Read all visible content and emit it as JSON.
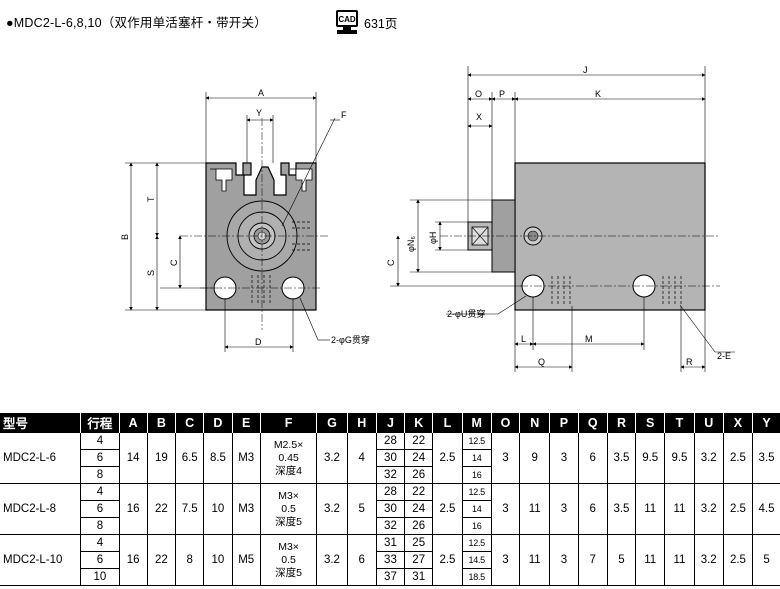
{
  "title": "●MDC2-L-6,8,10（双作用单活塞杆・带开关）",
  "cad": {
    "badge_text": "CAD",
    "page_ref": "631页"
  },
  "drawing": {
    "labels": {
      "A": "A",
      "Y": "Y",
      "F": "F",
      "B": "B",
      "T": "T",
      "S": "S",
      "C": "C",
      "D": "D",
      "G_note": "2-φG贯穿",
      "J": "J",
      "O": "O",
      "P": "P",
      "K": "K",
      "X": "X",
      "N": "φN₆",
      "H": "φH",
      "C2": "C",
      "U_note": "2-φU贯穿",
      "L": "L",
      "M": "M",
      "Q": "Q",
      "R": "R",
      "E_note": "2-E"
    }
  },
  "table": {
    "headers": [
      "型号",
      "行程",
      "A",
      "B",
      "C",
      "D",
      "E",
      "F",
      "G",
      "H",
      "J",
      "K",
      "L",
      "M",
      "O",
      "N",
      "P",
      "Q",
      "R",
      "S",
      "T",
      "U",
      "X",
      "Y"
    ],
    "groups": [
      {
        "model": "MDC2-L-6",
        "rows": [
          {
            "stroke": "4",
            "J": "28",
            "K": "22",
            "M": "12.5"
          },
          {
            "stroke": "6",
            "J": "30",
            "K": "24",
            "M": "14"
          },
          {
            "stroke": "8",
            "J": "32",
            "K": "26",
            "M": "16"
          }
        ],
        "A": "14",
        "B": "19",
        "C": "6.5",
        "D": "8.5",
        "E": "M3",
        "F": [
          "M2.5×",
          "0.45",
          "深度4"
        ],
        "G": "3.2",
        "H": "4",
        "L": "2.5",
        "O": "3",
        "N": "9",
        "P": "3",
        "Q": "6",
        "R": "3.5",
        "S": "9.5",
        "T": "9.5",
        "U": "3.2",
        "X": "2.5",
        "Y": "3.5"
      },
      {
        "model": "MDC2-L-8",
        "rows": [
          {
            "stroke": "4",
            "J": "28",
            "K": "22",
            "M": "12.5"
          },
          {
            "stroke": "6",
            "J": "30",
            "K": "24",
            "M": "14"
          },
          {
            "stroke": "8",
            "J": "32",
            "K": "26",
            "M": "16"
          }
        ],
        "A": "16",
        "B": "22",
        "C": "7.5",
        "D": "10",
        "E": "M3",
        "F": [
          "M3×",
          "0.5",
          "深度5"
        ],
        "G": "3.2",
        "H": "5",
        "L": "2.5",
        "O": "3",
        "N": "11",
        "P": "3",
        "Q": "6",
        "R": "3.5",
        "S": "11",
        "T": "11",
        "U": "3.2",
        "X": "2.5",
        "Y": "4.5"
      },
      {
        "model": "MDC2-L-10",
        "rows": [
          {
            "stroke": "4",
            "J": "31",
            "K": "25",
            "M": "12.5"
          },
          {
            "stroke": "6",
            "J": "33",
            "K": "27",
            "M": "14.5"
          },
          {
            "stroke": "10",
            "J": "37",
            "K": "31",
            "M": "18.5"
          }
        ],
        "A": "16",
        "B": "22",
        "C": "8",
        "D": "10",
        "E": "M5",
        "F": [
          "M3×",
          "0.5",
          "深度5"
        ],
        "G": "3.2",
        "H": "6",
        "L": "2.5",
        "O": "3",
        "N": "11",
        "P": "3",
        "Q": "7",
        "R": "5",
        "S": "11",
        "T": "11",
        "U": "3.2",
        "X": "2.5",
        "Y": "5"
      }
    ]
  }
}
